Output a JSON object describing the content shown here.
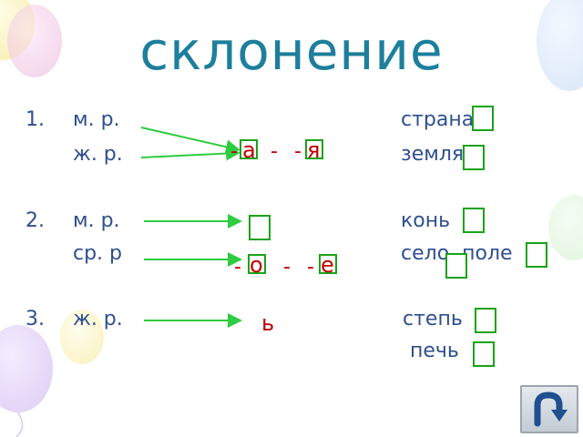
{
  "title": "склонение",
  "rows": {
    "r1a": {
      "num": "1.",
      "gender": "м. р.",
      "word": "страна"
    },
    "r1b": {
      "gender": "ж. р.",
      "word": "земля"
    },
    "r2a": {
      "num": "2.",
      "gender": "м. р.",
      "word": "конь"
    },
    "r2b": {
      "gender": "ср. р",
      "word": "село, поле"
    },
    "r3": {
      "num": "3.",
      "gender": "ж. р.",
      "word": "степь"
    },
    "r3b": {
      "word": "печь"
    }
  },
  "endings": {
    "first": {
      "a": "а",
      "ya": "я",
      "dash": "-"
    },
    "second": {
      "o": "о",
      "e": "е",
      "dash": "-"
    },
    "third": {
      "soft_sign": "ь"
    }
  },
  "colors": {
    "title": "#1d7f9c",
    "text": "#2f4f8f",
    "ending": "#c00000",
    "arrow": "#2ecc40",
    "box": "#1aa31a"
  },
  "nav": {
    "icon": "u-turn-back-arrow-icon"
  }
}
